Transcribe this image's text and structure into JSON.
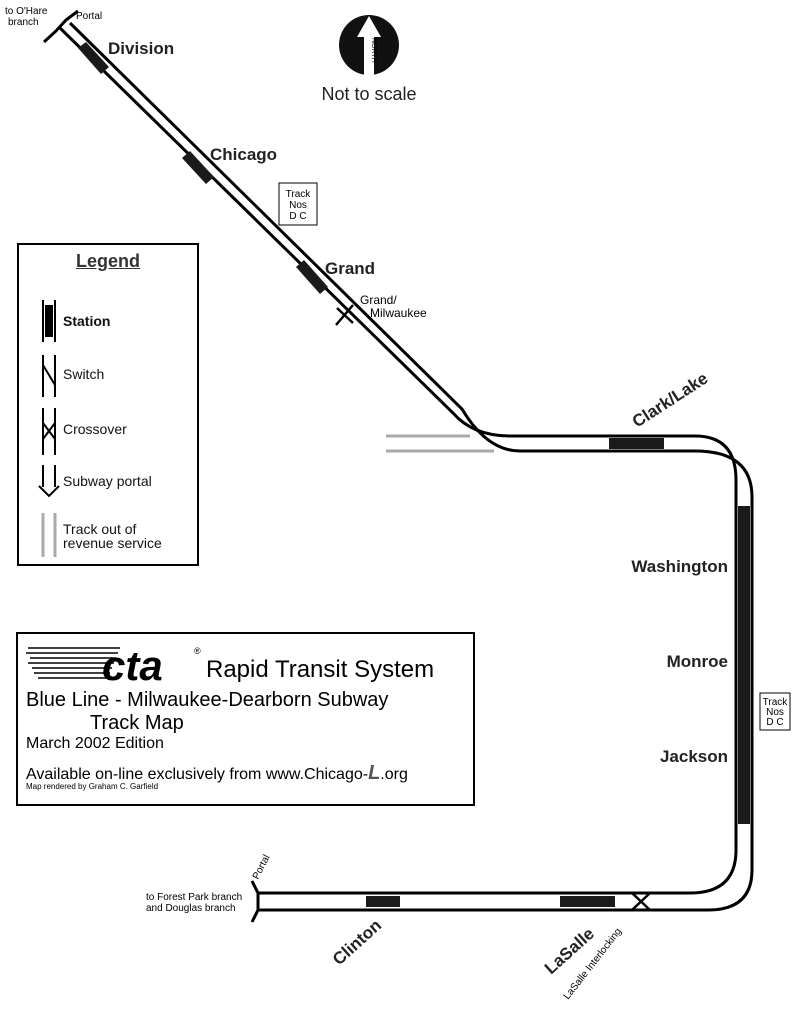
{
  "stations": {
    "division": "Division",
    "chicago": "Chicago",
    "grand": "Grand",
    "clark_lake": "Clark/Lake",
    "washington": "Washington",
    "monroe": "Monroe",
    "jackson": "Jackson",
    "clinton": "Clinton",
    "lasalle": "LaSalle"
  },
  "labels": {
    "to_ohare_1": "to O'Hare",
    "to_ohare_2": "branch",
    "portal_top": "Portal",
    "portal_bottom": "Portal",
    "grand_milwaukee_1": "Grand/",
    "grand_milwaukee_2": "Milwaukee",
    "to_forest_park_1": "to Forest Park branch",
    "to_forest_park_2": "and Douglas branch",
    "lasalle_interlocking": "LaSalle Interlocking"
  },
  "north_arrow": {
    "text": "NORTH",
    "scale_note": "Not to scale"
  },
  "track_boxes": [
    {
      "line1": "Track",
      "line2": "Nos",
      "line3": "D  C"
    },
    {
      "line1": "Track",
      "line2": "Nos",
      "line3": "D  C"
    }
  ],
  "legend": {
    "title": "Legend",
    "station": "Station",
    "switch": "Switch",
    "crossover": "Crossover",
    "subway_portal": "Subway portal",
    "out_of_service_1": "Track out of",
    "out_of_service_2": "revenue service"
  },
  "title_block": {
    "logo_text": "cta",
    "registered": "®",
    "system": "Rapid Transit System",
    "line_name": "Blue Line - Milwaukee-Dearborn Subway",
    "map_type": "Track Map",
    "edition": "March 2002 Edition",
    "available_prefix": "Available on-line exclusively from www.Chicago-",
    "available_mark": "L",
    "available_suffix": ".org",
    "credit": "Map rendered by Graham C. Garfield"
  },
  "colors": {
    "track": "#000000",
    "station": "#1a1a1a",
    "out_of_service": "#aaaaaa"
  }
}
